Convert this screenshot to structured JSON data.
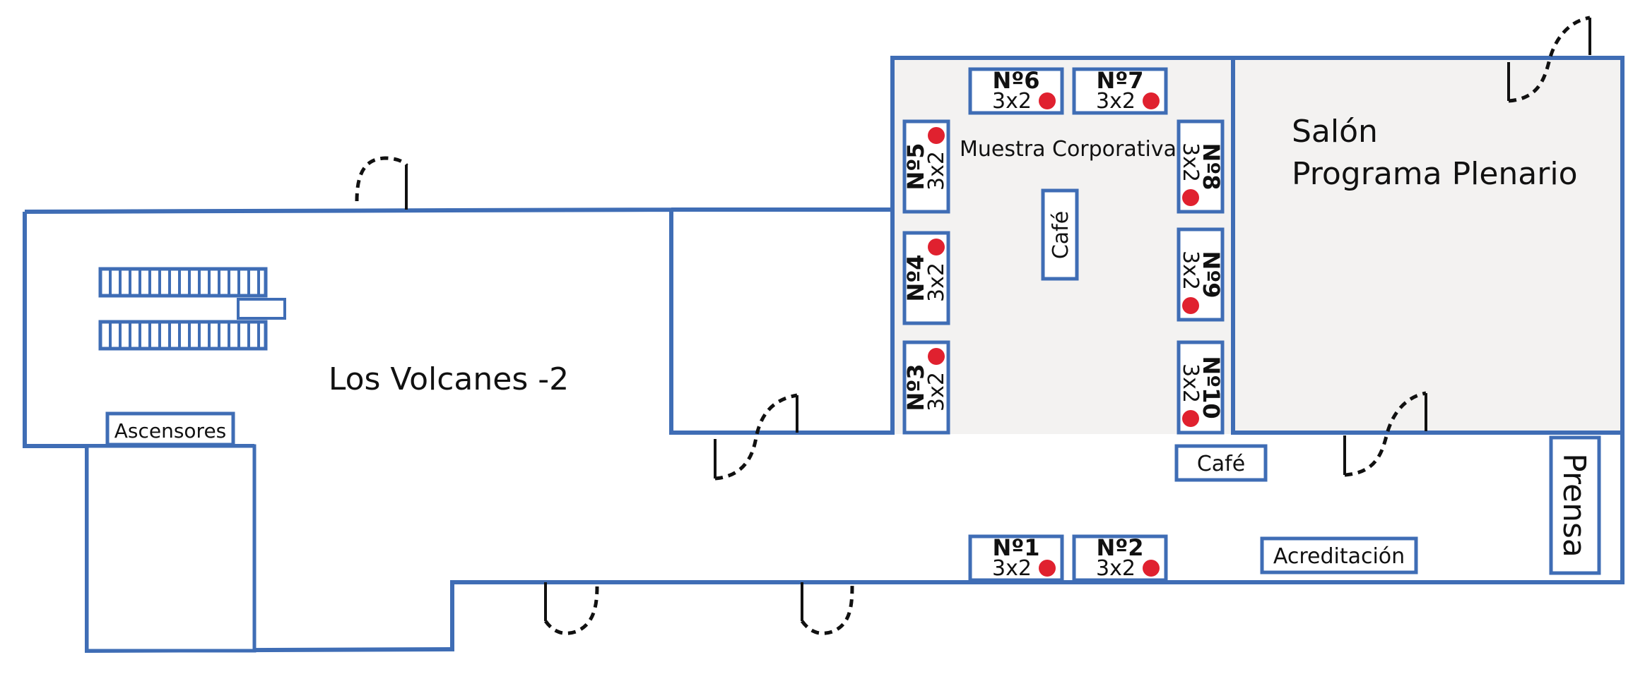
{
  "rooms": {
    "los_volcanes": "Los Volcanes -2",
    "salon_line1": "Salón",
    "salon_line2": "Programa Plenario",
    "muestra": "Muestra Corporativa",
    "ascensores": "Ascensores",
    "cafe_inner": "Café",
    "cafe_outer": "Café",
    "acreditacion": "Acreditación",
    "prensa": "Prensa"
  },
  "stands": [
    {
      "id": "1",
      "label": "Nº1",
      "size": "3x2"
    },
    {
      "id": "2",
      "label": "Nº2",
      "size": "3x2"
    },
    {
      "id": "3",
      "label": "Nº3",
      "size": "3x2"
    },
    {
      "id": "4",
      "label": "Nº4",
      "size": "3x2"
    },
    {
      "id": "5",
      "label": "Nº5",
      "size": "3x2"
    },
    {
      "id": "6",
      "label": "Nº6",
      "size": "3x2"
    },
    {
      "id": "7",
      "label": "Nº7",
      "size": "3x2"
    },
    {
      "id": "8",
      "label": "Nº8",
      "size": "3x2"
    },
    {
      "id": "9",
      "label": "Nº9",
      "size": "3x2"
    },
    {
      "id": "10",
      "label": "Nº10",
      "size": "3x2"
    }
  ],
  "colors": {
    "wall": "#3f6db5",
    "marker": "#e0212f",
    "floor_shade": "#f3f2f1"
  }
}
